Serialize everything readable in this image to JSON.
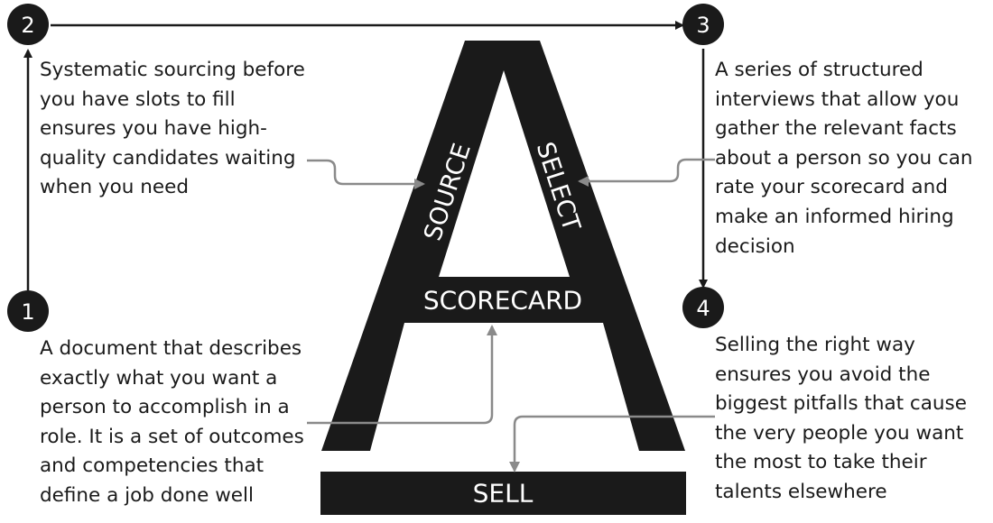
{
  "steps": [
    {
      "number": "1",
      "name": "SCORECARD",
      "description_lines": [
        "A document that describes",
        "exactly what you want a",
        "person to accomplish in a",
        "role. It is a set of outcomes",
        "and competencies that",
        "define a job done well"
      ]
    },
    {
      "number": "2",
      "name": "SOURCE",
      "description_lines": [
        "Systematic sourcing before",
        "you have slots to fill",
        "ensures you have high-",
        "quality candidates waiting",
        "when you need"
      ]
    },
    {
      "number": "3",
      "name": "SELECT",
      "description_lines": [
        "A series of structured",
        "interviews that allow you",
        "gather the relevant facts",
        "about a person so you can",
        "rate your scorecard and",
        "make an informed hiring",
        "decision"
      ]
    },
    {
      "number": "4",
      "name": "SELL",
      "description_lines": [
        "Selling the right way",
        "ensures you avoid the",
        "biggest pitfalls that cause",
        "the very people you want",
        "the most to take their",
        "talents elsewhere"
      ]
    }
  ],
  "colors": {
    "ink": "#1a1a1a",
    "pointer_arrow": "#8a8a8a",
    "label_text": "#ffffff"
  }
}
